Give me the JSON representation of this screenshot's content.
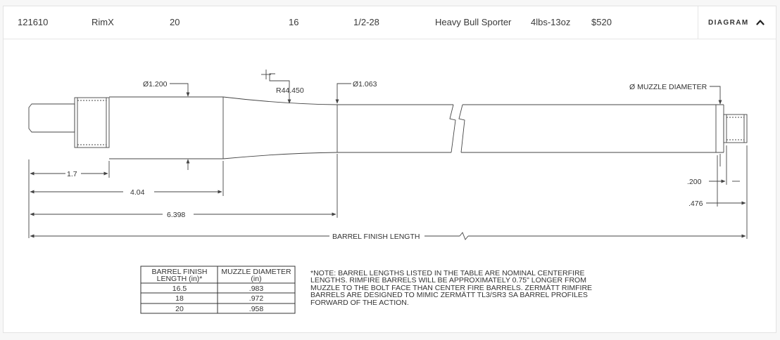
{
  "row": {
    "part_no": "121610",
    "caliber": "RimX",
    "length": "20",
    "twist": "16",
    "thread": "1/2-28",
    "profile": "Heavy Bull Sporter",
    "weight": "4lbs-13oz",
    "price": "$520"
  },
  "toggle": {
    "label": "DIAGRAM",
    "icon": "chevron-up-icon"
  },
  "drawing": {
    "dia_1200": "Ø1.200",
    "radius": "R44.450",
    "dia_1063": "Ø1.063",
    "muzzle_dia": "Ø MUZZLE DIAMETER",
    "dim_17": "1.7",
    "dim_404": "4.04",
    "dim_6398": "6.398",
    "dim_200": ".200",
    "dim_476": ".476",
    "finish_length": "BARREL FINISH LENGTH"
  },
  "spec_table": {
    "headers": [
      [
        "BARREL FINISH",
        "LENGTH (in)*"
      ],
      [
        "MUZZLE DIAMETER",
        "(in)"
      ]
    ],
    "rows": [
      [
        "16.5",
        ".983"
      ],
      [
        "18",
        ".972"
      ],
      [
        "20",
        ".958"
      ]
    ]
  },
  "note": [
    "*NOTE: BARREL LENGTHS LISTED IN THE TABLE ARE NOMINAL CENTERFIRE",
    "LENGTHS.  RIMFIRE BARRELS WILL BE APPROXIMATELY 0.75\" LONGER FROM",
    "MUZZLE TO THE BOLT FACE THAN CENTER FIRE BARRELS.  ZERMÄTT RIMFIRE",
    "BARRELS ARE DESIGNED TO MIMIC ZERMÄTT TL3/SR3 SA BARREL PROFILES",
    "FORWARD OF THE ACTION."
  ],
  "colors": {
    "line": "#444444",
    "dim_text": "#555555",
    "border": "#e3e3e3"
  }
}
